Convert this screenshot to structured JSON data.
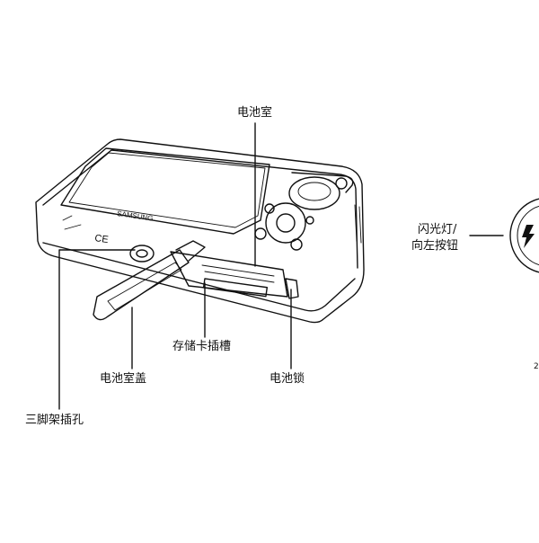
{
  "labels": {
    "battery_compartment": "电池室",
    "flash_left_button_line1": "闪光灯/",
    "flash_left_button_line2": "向左按钮",
    "memory_card_slot": "存储卡插槽",
    "battery_cover": "电池室盖",
    "battery_lock": "电池锁",
    "tripod_socket": "三脚架插孔"
  },
  "camera": {
    "brand": "SAMSUNG",
    "ce_mark": "CE"
  },
  "colors": {
    "line": "#111111",
    "background": "#ffffff"
  },
  "icons": {
    "flash_button": "flash-icon"
  }
}
